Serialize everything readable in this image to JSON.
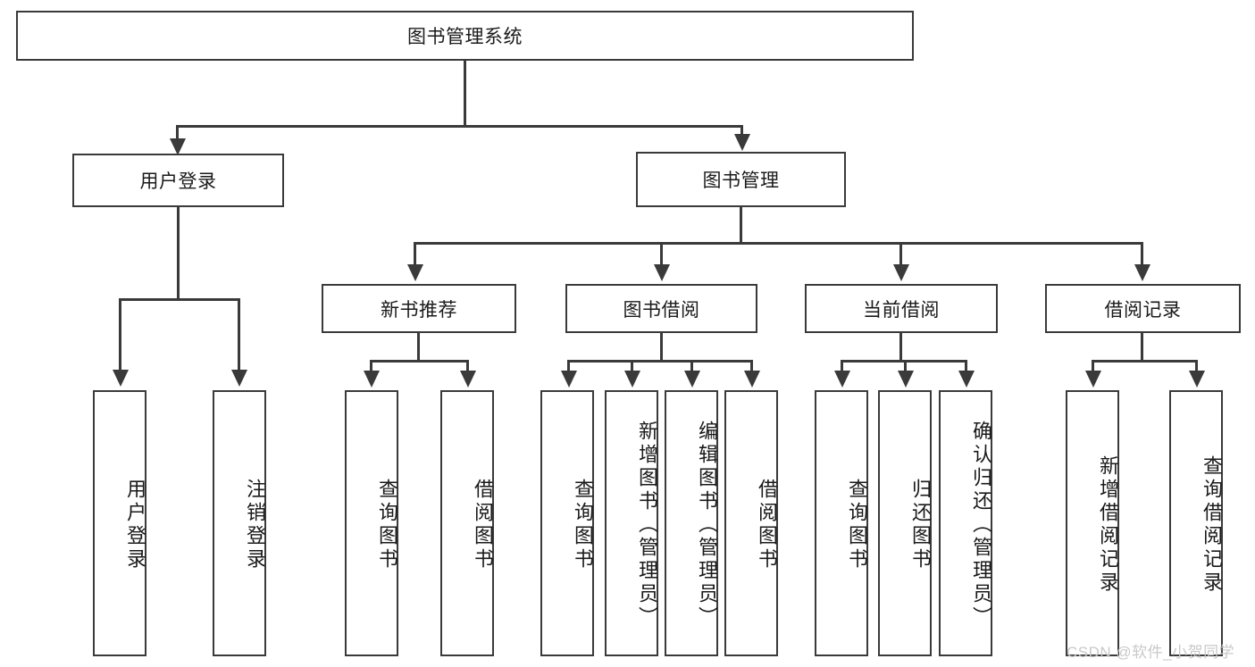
{
  "diagram": {
    "title": "图书管理系统",
    "type": "tree-hierarchy-chart",
    "root": {
      "label": "图书管理系统"
    },
    "level2": [
      {
        "label": "用户登录"
      },
      {
        "label": "图书管理"
      }
    ],
    "level3": [
      {
        "label": "新书推荐"
      },
      {
        "label": "图书借阅"
      },
      {
        "label": "当前借阅"
      },
      {
        "label": "借阅记录"
      }
    ],
    "leaves": {
      "user_login": [
        {
          "label": "用户登录"
        },
        {
          "label": "注销登录"
        }
      ],
      "new_book_recommend": [
        {
          "label": "查询图书"
        },
        {
          "label": "借阅图书"
        }
      ],
      "book_borrow": [
        {
          "label": "查询图书"
        },
        {
          "label": "新增图书（管理员）"
        },
        {
          "label": "编辑图书（管理员）"
        },
        {
          "label": "借阅图书"
        }
      ],
      "current_borrow": [
        {
          "label": "查询图书"
        },
        {
          "label": "归还图书"
        },
        {
          "label": "确认归还（管理员）"
        }
      ],
      "borrow_record": [
        {
          "label": "新增借阅记录"
        },
        {
          "label": "查询借阅记录"
        }
      ]
    }
  },
  "watermark": {
    "text": "CSDN @软件_小贺同学"
  },
  "colors": {
    "stroke": "#3a3a3a",
    "background": "#ffffff",
    "text": "#1a1a1a",
    "watermark": "#c9c9c9"
  }
}
